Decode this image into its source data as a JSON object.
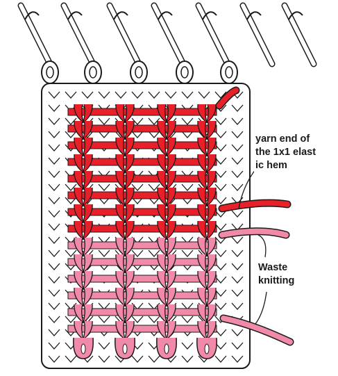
{
  "labels": {
    "yarn_end": [
      "yarn end of",
      "the 1x1 elast",
      "ic hem"
    ],
    "waste_knitting": [
      "Waste",
      "knitting"
    ]
  },
  "colors": {
    "background": "#ffffff",
    "outline": "#1a1a1a",
    "white_yarn": "#ffffff",
    "red_yarn": "#e8202a",
    "pink_yarn": "#f08aa8",
    "needle": "#ffffff"
  },
  "elements": {
    "needles": 7,
    "stitch_columns": 4,
    "red_rows": 8,
    "pink_rows": 6
  }
}
